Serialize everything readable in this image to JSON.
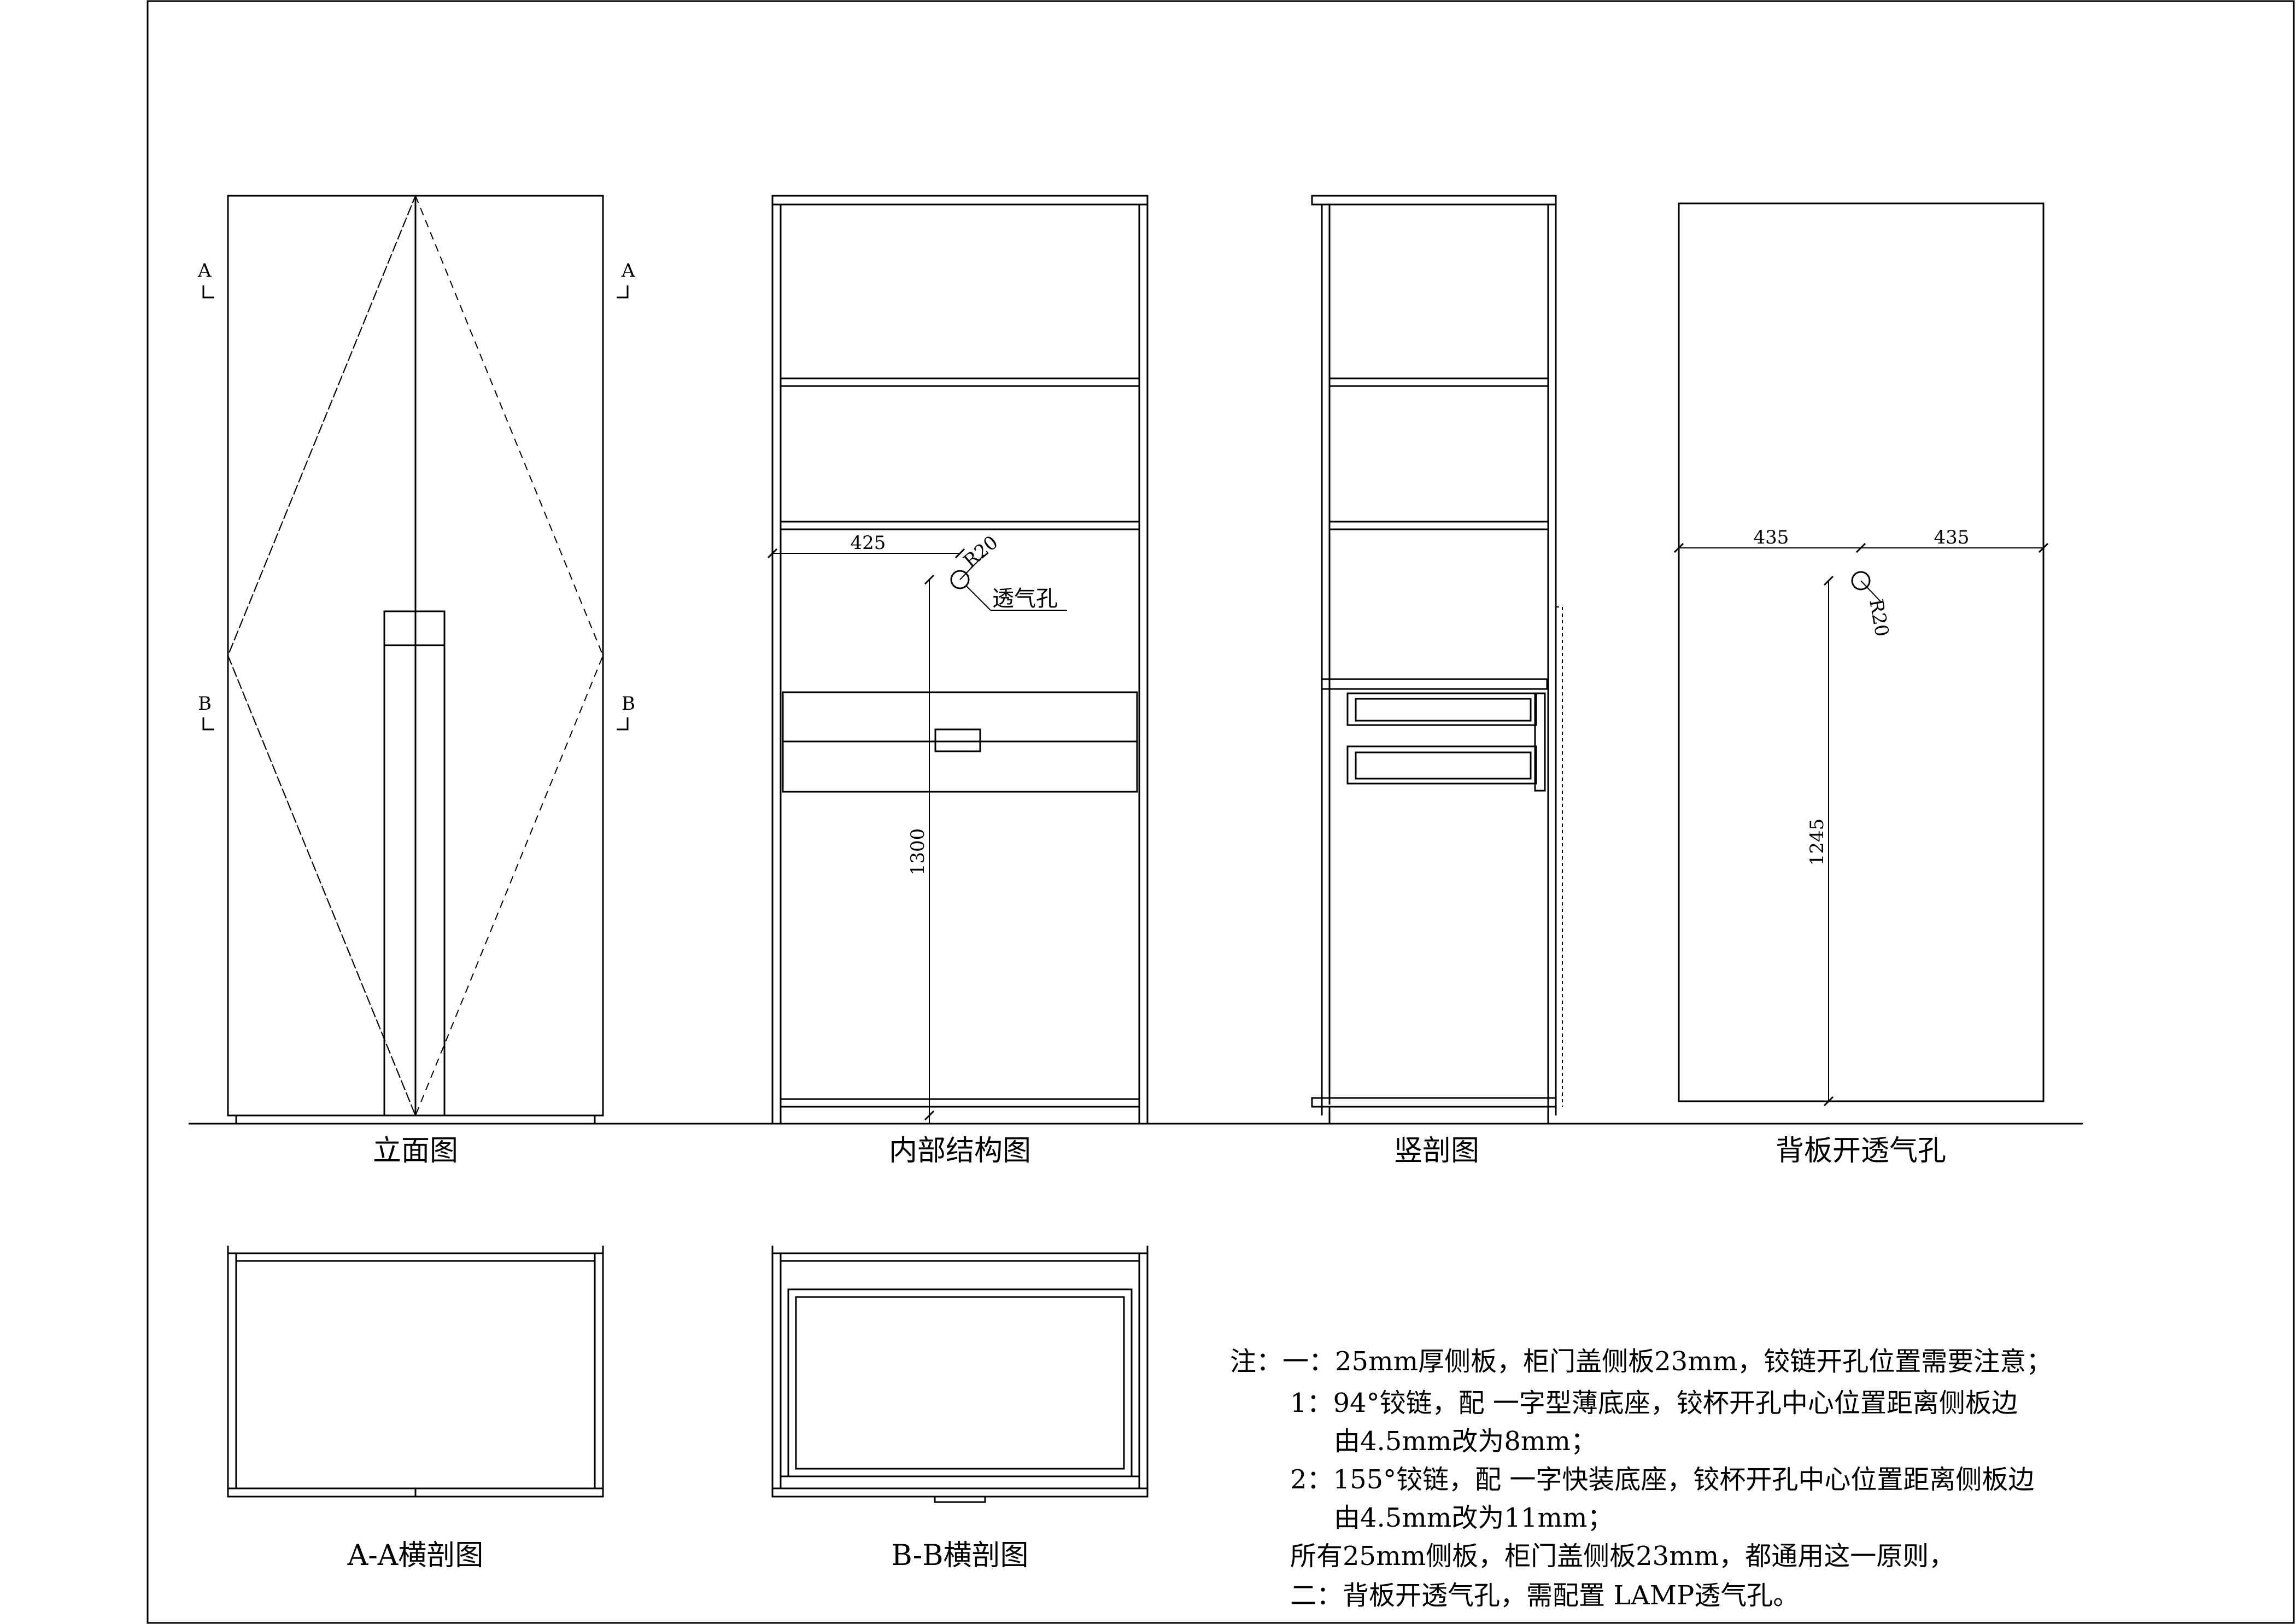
{
  "captions": {
    "elevation": "立面图",
    "interior": "内部结构图",
    "vertical_section": "竖剖图",
    "back_panel": "背板开透气孔",
    "section_aa": "A-A横剖图",
    "section_bb": "B-B横剖图"
  },
  "section_marks": {
    "a": "A",
    "b": "B"
  },
  "dimensions": {
    "interior_offset": "425",
    "interior_radius": "R20",
    "interior_vent_label": "透气孔",
    "interior_height": "1300",
    "back_left": "435",
    "back_right": "435",
    "back_radius": "R20",
    "back_height": "1245"
  },
  "notes": {
    "line1": "注：一：25mm厚侧板，柜门盖侧板23mm，铰链开孔位置需要注意；",
    "line2": "1：94°铰链，配 一字型薄底座，铰杯开孔中心位置距离侧板边",
    "line3": "由4.5mm改为8mm；",
    "line4": "2：155°铰链，配 一字快装底座，铰杯开孔中心位置距离侧板边",
    "line5": "由4.5mm改为11mm；",
    "line6": "所有25mm侧板，柜门盖侧板23mm，都通用这一原则，",
    "line7": "二：背板开透气孔，需配置 LAMP透气孔。"
  }
}
